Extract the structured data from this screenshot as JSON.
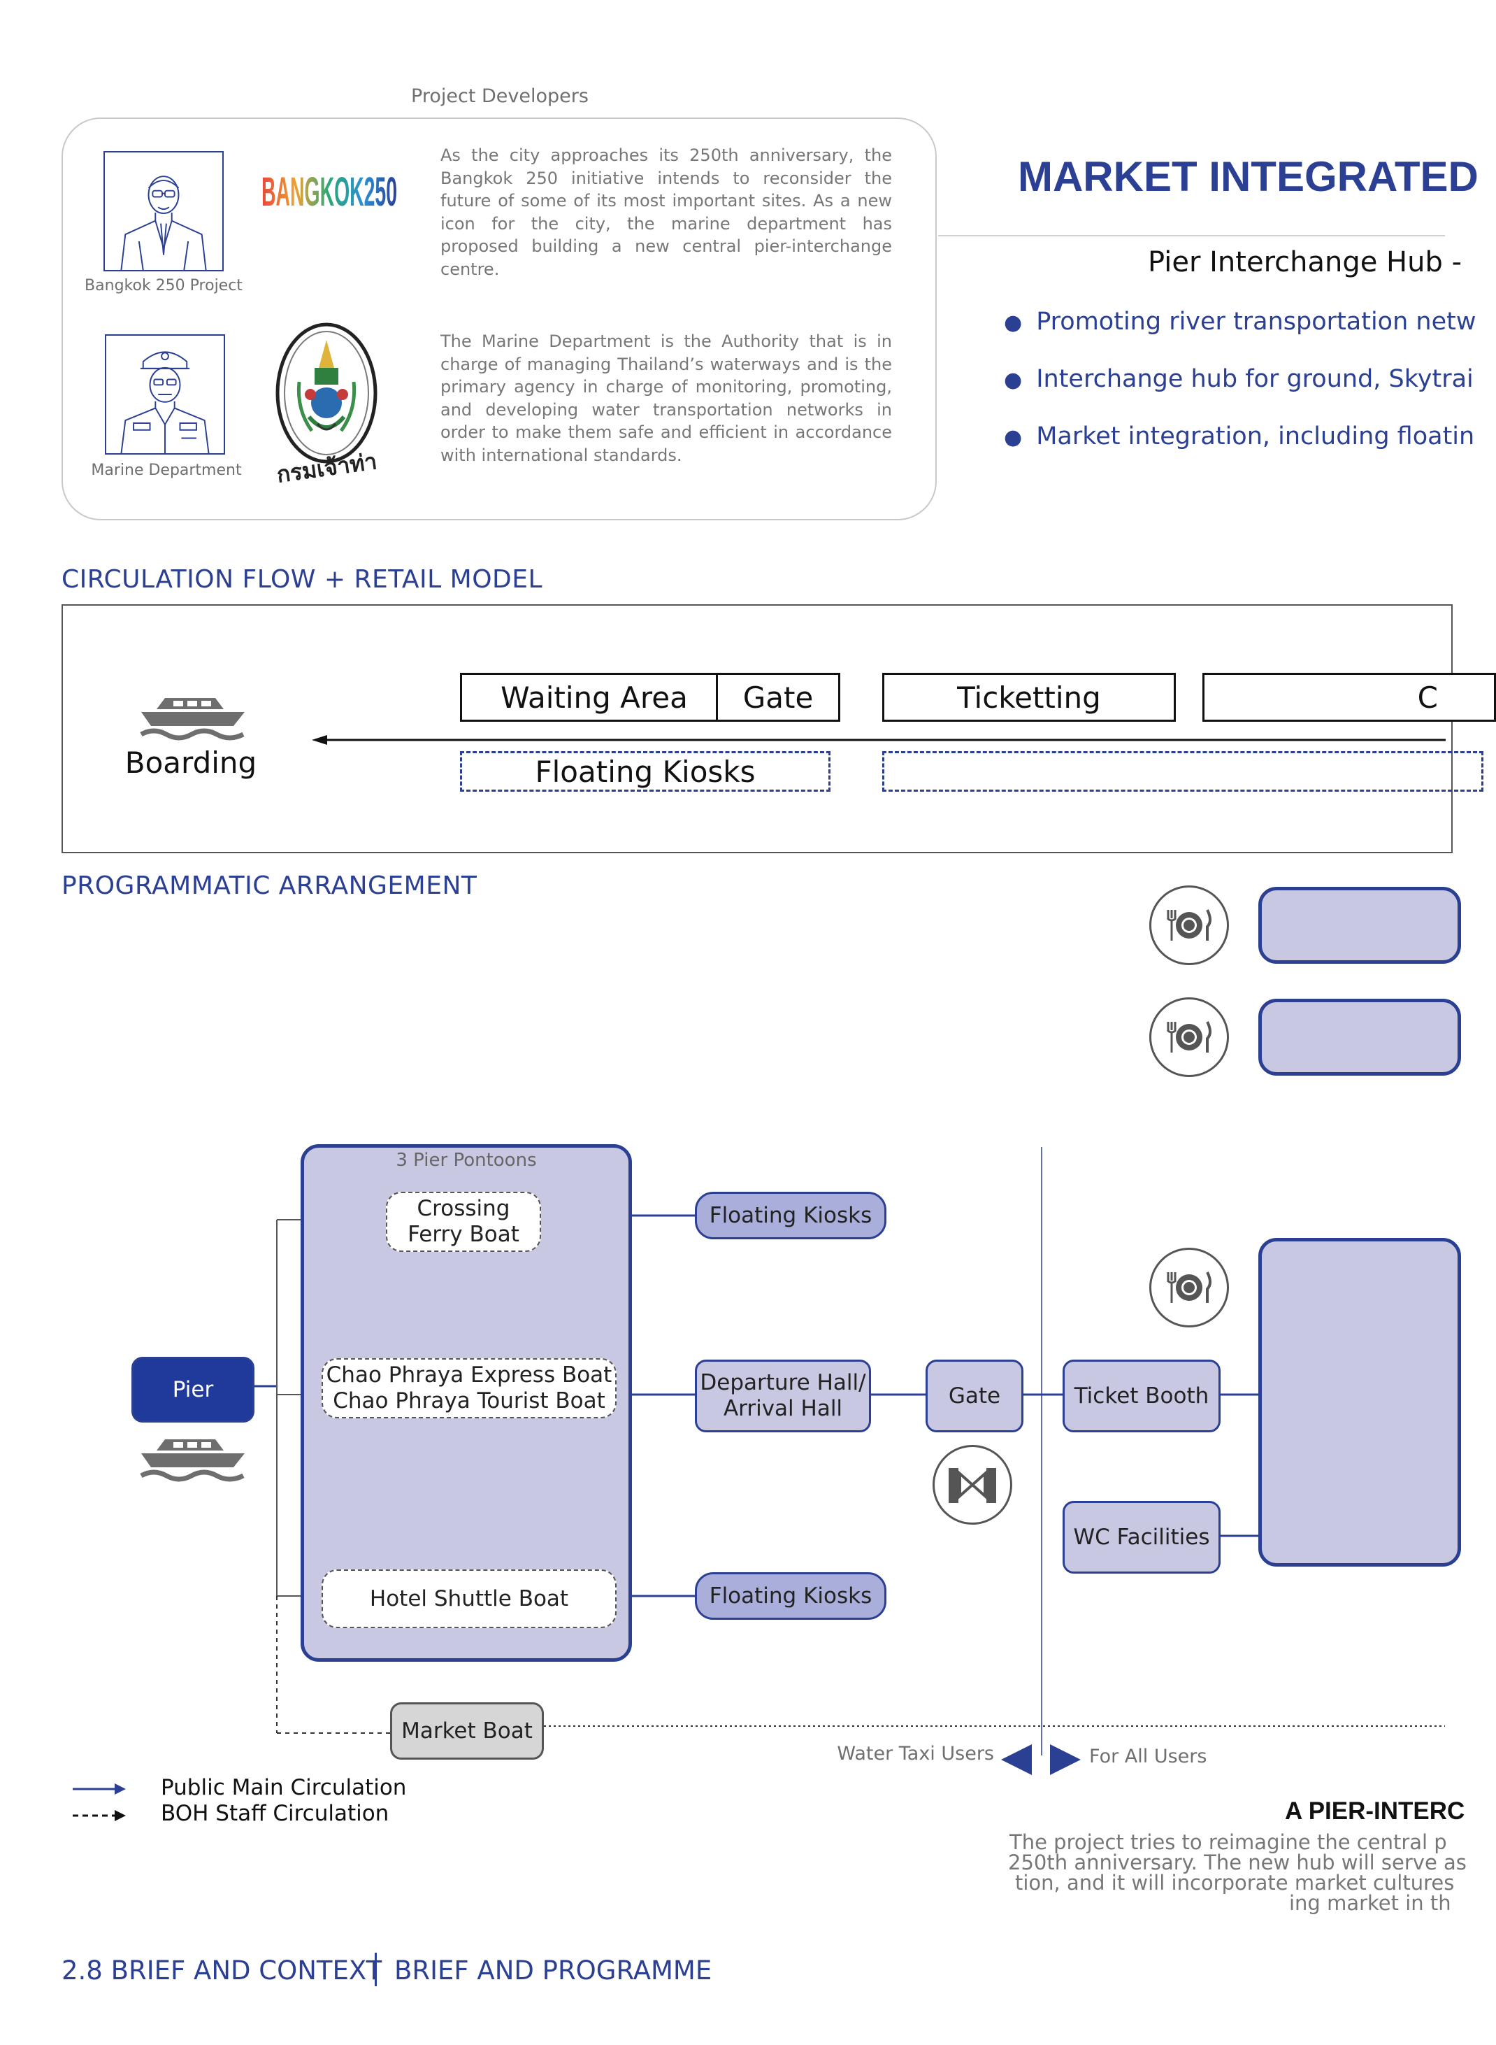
{
  "developers": {
    "heading": "Project Developers",
    "bangkok_caption": "Bangkok 250 Project",
    "bangkok_logo_text": "BANGKOK250",
    "bangkok_text": "As the city approaches its 250th anniversary, the Bangkok 250 initiative intends to reconsider the future of some of its most important sites. As a new icon for the city, the marine department has proposed building a new central pier-interchange centre.",
    "marine_caption": "Marine Department",
    "marine_seal_text": "กรมเจ้าท่า",
    "marine_text": "The Marine Department is the Authority that is in charge of managing Thailand’s waterways and is the primary agency in charge of monitoring, promoting, and developing water transportation networks in order to make them safe and efficient in accordance with international standards."
  },
  "headline": {
    "title": "MARKET INTEGRATED",
    "subtitle": "Pier Interchange Hub -",
    "bullets": [
      "Promoting river transportation netw",
      "Interchange hub for ground, Skytrai",
      "Market integration, including floatin"
    ]
  },
  "circulation": {
    "title": "CIRCULATION FLOW + RETAIL MODEL",
    "boarding": "Boarding",
    "boxes": [
      "Waiting Area",
      "Gate",
      "Ticketting",
      "C"
    ],
    "kiosks": "Floating Kiosks"
  },
  "programmatic": {
    "title": "PROGRAMMATIC ARRANGEMENT",
    "pier": "Pier",
    "pontoons_label": "3 Pier Pontoons",
    "crossing": "Crossing\nFerry Boat",
    "express": "Chao Phraya Express Boat\nChao Phraya Tourist Boat",
    "shuttle": "Hotel Shuttle Boat",
    "kiosk_top": "Floating Kiosks",
    "kiosk_bottom": "Floating Kiosks",
    "hall": "Departure Hall/\nArrival Hall",
    "gate": "Gate",
    "ticket": "Ticket Booth",
    "wc": "WC Facilities",
    "market_boat": "Market Boat",
    "water_taxi": "Water Taxi Users",
    "all_users": "For All Users"
  },
  "legend": {
    "public": "Public Main Circulation",
    "boh": "BOH Staff Circulation"
  },
  "summary": {
    "title": "A PIER-INTERC",
    "lines": [
      "The project tries to reimagine the central p",
      "250th anniversary. The new hub will serve as",
      "tion, and it will incorporate market cultures",
      "ing market in th"
    ]
  },
  "footer": {
    "section": "2.8 BRIEF AND CONTEXT",
    "subsection": "BRIEF AND PROGRAMME"
  },
  "colors": {
    "navy": "#2b3f93",
    "lavender": "#c8c8e2",
    "kiosk": "#a9aedb",
    "pier": "#1f3a9a"
  }
}
